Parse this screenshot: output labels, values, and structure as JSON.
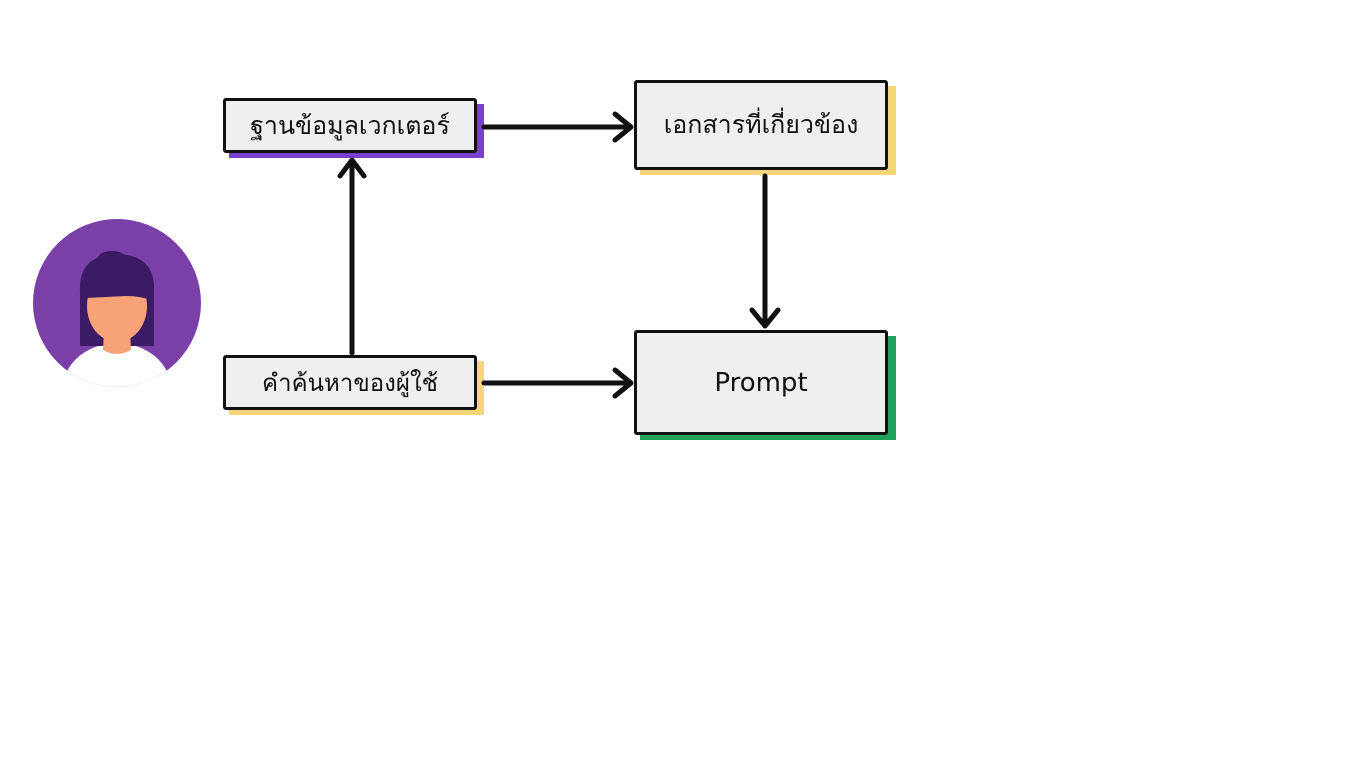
{
  "diagram": {
    "nodes": {
      "vector_db": "ฐานข้อมูลเวกเตอร์",
      "related_docs": "เอกสารที่เกี่ยวข้อง",
      "user_query": "คำค้นหาของผู้ใช้",
      "prompt": "Prompt"
    },
    "accents": {
      "vector_db": "#7b3fd0",
      "related_docs": "#f5d77a",
      "user_query": "#f5d77a",
      "prompt": "#1fa35a"
    },
    "edges": [
      {
        "from": "user_query",
        "to": "vector_db"
      },
      {
        "from": "vector_db",
        "to": "related_docs"
      },
      {
        "from": "related_docs",
        "to": "prompt"
      },
      {
        "from": "user_query",
        "to": "prompt"
      }
    ],
    "user_avatar": {
      "icon": "user-avatar-icon",
      "circle_color": "#7b3fa8",
      "hair_color": "#3d1a66",
      "skin_color": "#f8a277",
      "shirt_color": "#ffffff"
    }
  }
}
